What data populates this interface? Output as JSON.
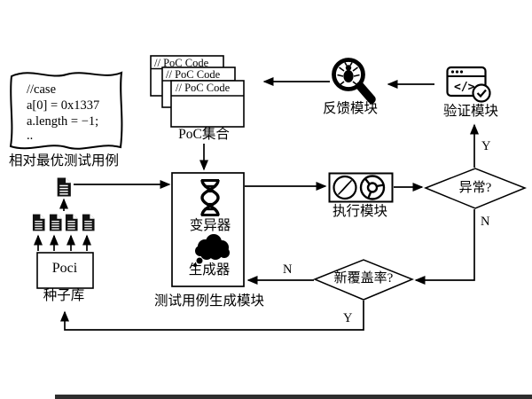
{
  "optimal_case": {
    "code_lines": [
      "//case",
      "a[0] = 0x1337",
      "a.length = −1;",
      ".."
    ],
    "label": "相对最优测试用例"
  },
  "poc": {
    "card_label": "// PoC Code",
    "label": "PoC集合"
  },
  "feedback": {
    "label": "反馈模块"
  },
  "verify": {
    "label": "验证模块",
    "icon_glyph": "</>"
  },
  "generation": {
    "mutator": "变异器",
    "generator": "生成器",
    "label": "测试用例生成模块"
  },
  "executor": {
    "label": "执行模块"
  },
  "decisions": {
    "exception": {
      "label": "异常?",
      "yes": "Y",
      "no": "N"
    },
    "coverage": {
      "label": "新覆盖率?",
      "yes": "Y",
      "no": "N"
    }
  },
  "seed": {
    "box_label": "Poci",
    "label": "种子库"
  },
  "colors": {
    "ink": "#000000",
    "background": "#ffffff"
  }
}
